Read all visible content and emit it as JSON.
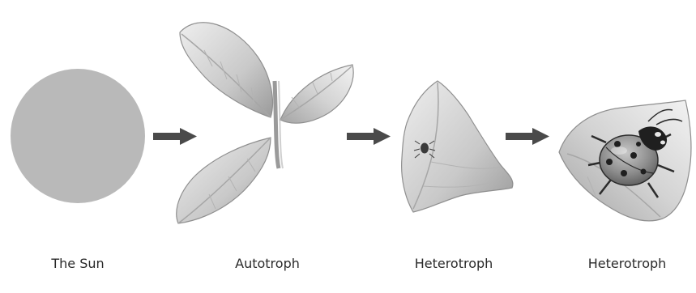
{
  "diagram": {
    "stages": [
      {
        "id": "sun",
        "label": "The Sun",
        "icon": "sun-disc"
      },
      {
        "id": "auto",
        "label": "Autotroph",
        "icon": "leaf-sprig"
      },
      {
        "id": "het1",
        "label": "Heterotroph",
        "icon": "chewed-leaf-with-aphid"
      },
      {
        "id": "het2",
        "label": "Heterotroph",
        "icon": "ladybug-on-leaf"
      }
    ],
    "colors": {
      "sun": "#b9b9b9",
      "arrow": "#4a4a4a",
      "leaf_light": "#e2e2e2",
      "leaf_dark": "#8f8f8f",
      "vein": "#a6a6a6",
      "ladybug_shell": "#8a8a8a",
      "ladybug_head": "#1f1f1f"
    }
  }
}
